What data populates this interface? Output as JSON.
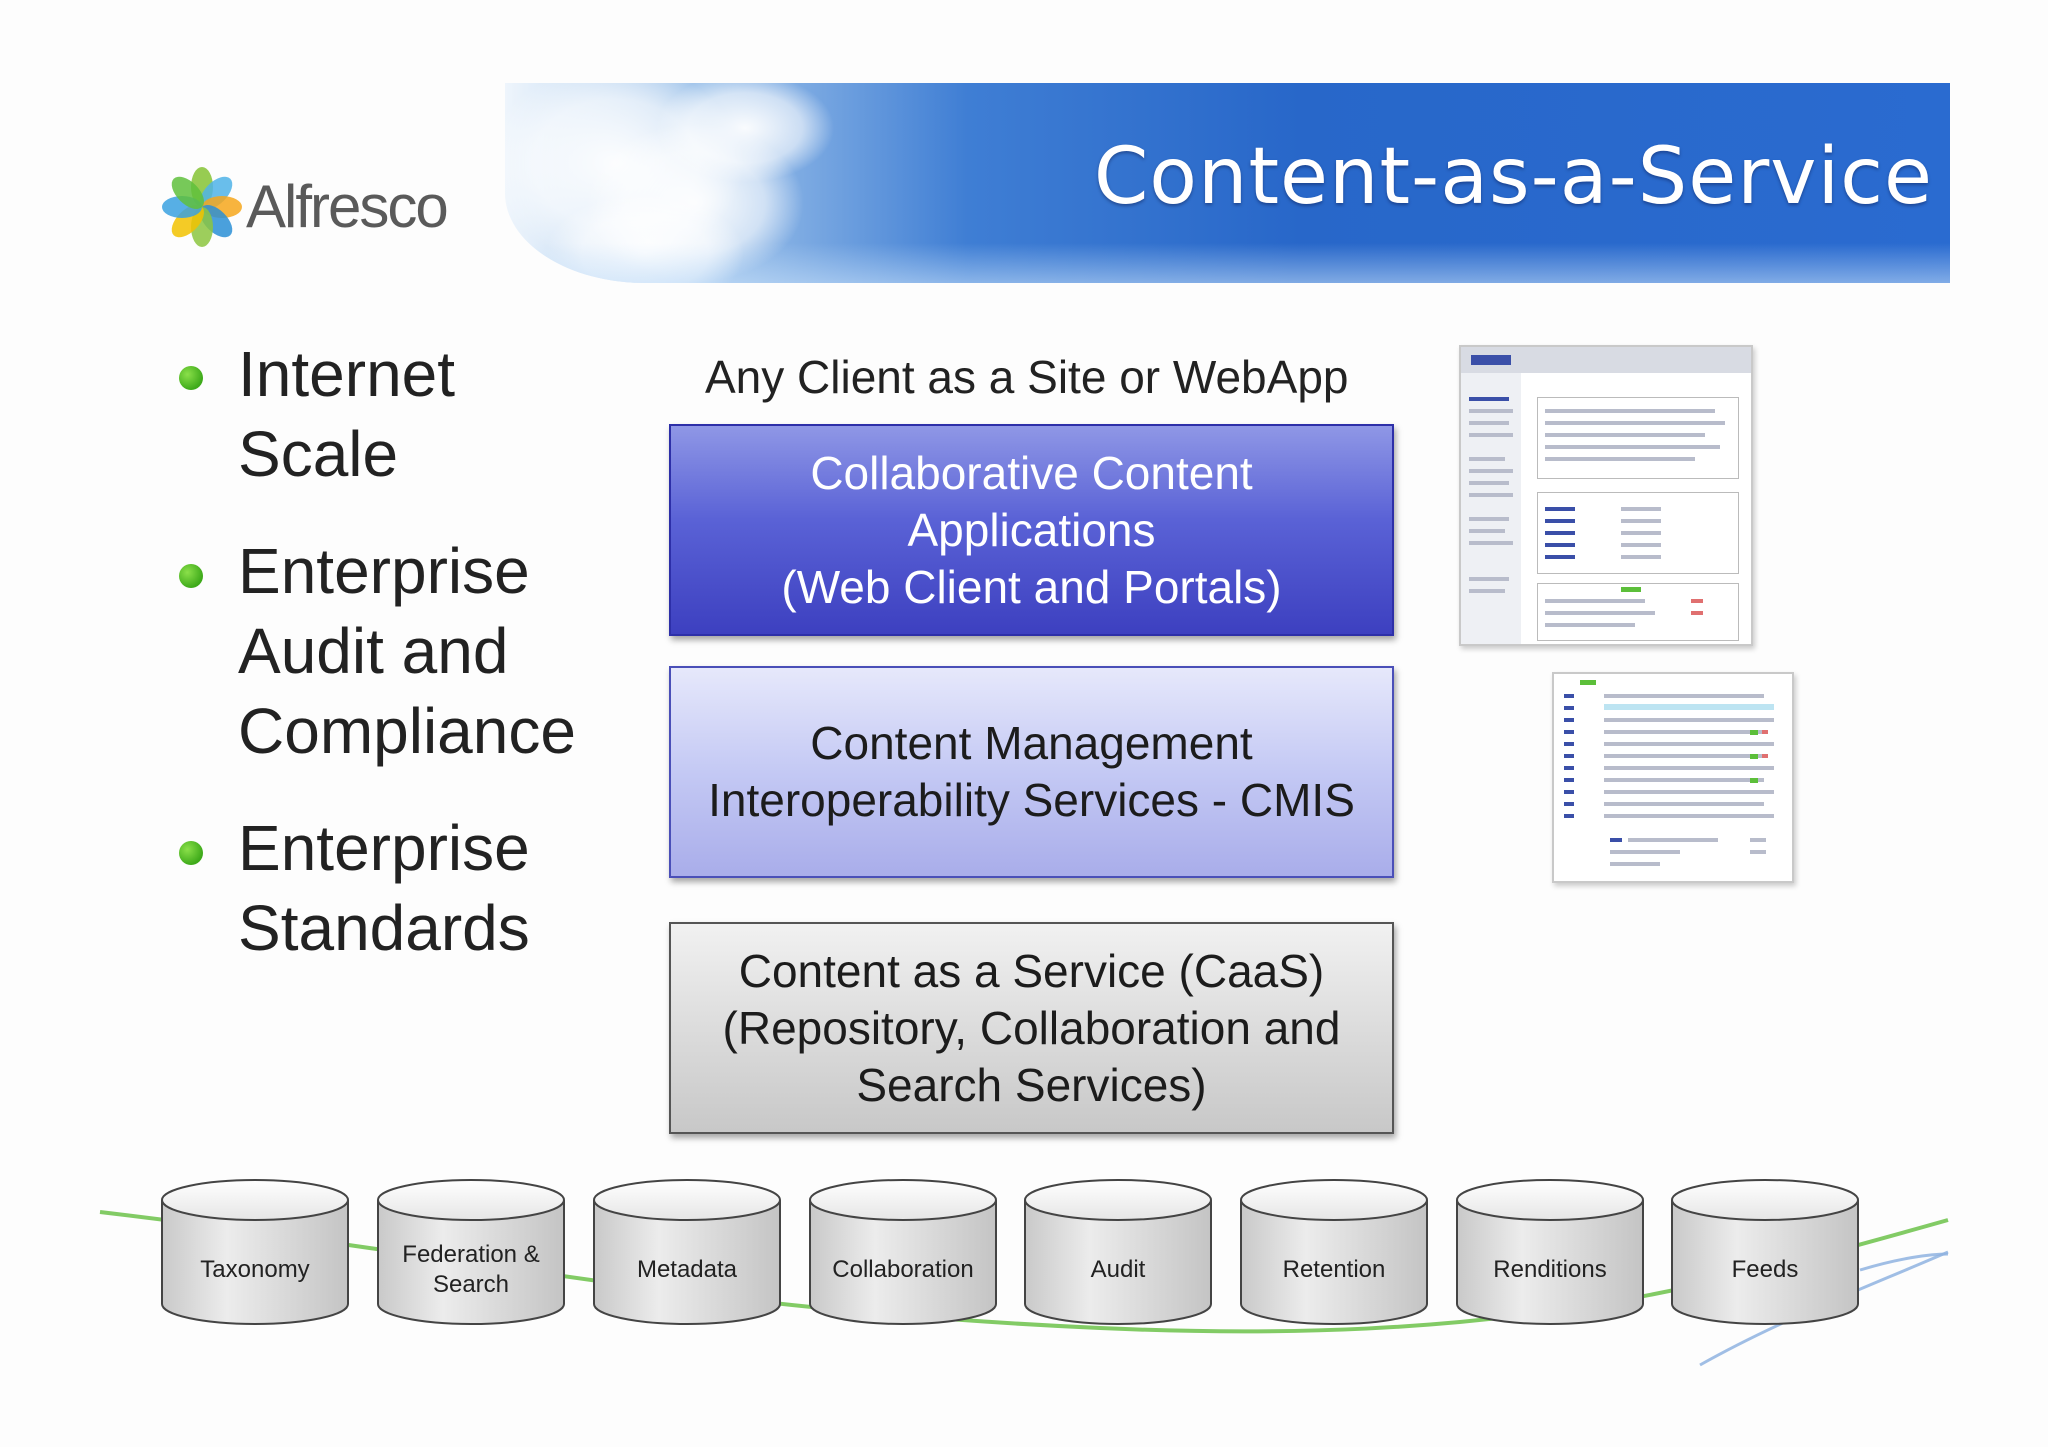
{
  "header": {
    "title": "Content-as-a-Service",
    "logo_text": "Alfresco"
  },
  "bullets": [
    {
      "lines": [
        "Internet",
        "Scale"
      ]
    },
    {
      "lines": [
        "Enterprise",
        "Audit and",
        "Compliance"
      ]
    },
    {
      "lines": [
        "Enterprise",
        "Standards"
      ]
    }
  ],
  "stack": {
    "client_label": "Any Client as a Site or WebApp",
    "layers": [
      {
        "lines": [
          "Collaborative Content",
          "Applications",
          "(Web Client and Portals)"
        ]
      },
      {
        "lines": [
          "Content Management",
          "Interoperability Services - CMIS"
        ]
      },
      {
        "lines": [
          "Content as a Service (CaaS)",
          "(Repository, Collaboration and",
          "Search Services)"
        ]
      }
    ]
  },
  "services": [
    {
      "lines": [
        "Taxonomy"
      ]
    },
    {
      "lines": [
        "Federation &",
        "Search"
      ]
    },
    {
      "lines": [
        "Metadata"
      ]
    },
    {
      "lines": [
        "Collaboration"
      ]
    },
    {
      "lines": [
        "Audit"
      ]
    },
    {
      "lines": [
        "Retention"
      ]
    },
    {
      "lines": [
        "Renditions"
      ]
    },
    {
      "lines": [
        "Feeds"
      ]
    }
  ],
  "colors": {
    "banner_blue": "#2867c9",
    "apps_layer": "#4a50cc",
    "cmis_layer": "#c4c9f4",
    "caas_layer": "#d8d8d8",
    "bullet_green": "#3eaa1a",
    "curve_green": "#6cc24a",
    "curve_blue": "#8fb3e0"
  }
}
